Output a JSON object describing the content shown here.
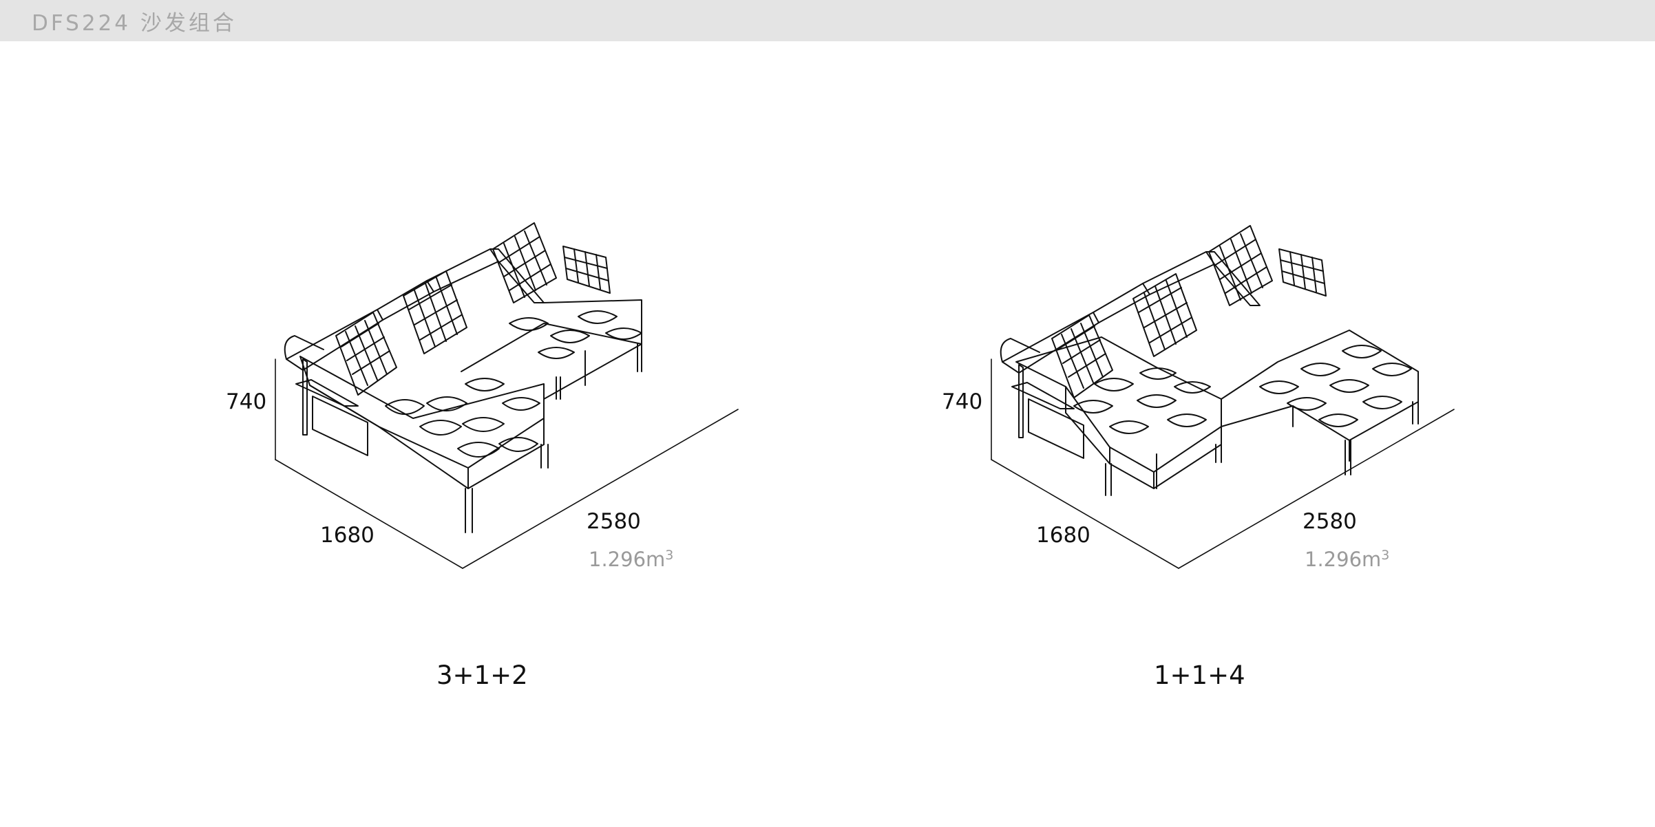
{
  "header": {
    "title": "DFS224 沙发组合"
  },
  "combinations": [
    {
      "height": "740",
      "depth": "1680",
      "width": "2580",
      "volume_value": "1.296m",
      "volume_exp": "3",
      "config_label": "3+1+2"
    },
    {
      "height": "740",
      "depth": "1680",
      "width": "2580",
      "volume_value": "1.296m",
      "volume_exp": "3",
      "config_label": "1+1+4"
    }
  ],
  "colors": {
    "header_bg": "#e4e4e4",
    "header_text": "#a8a8a8",
    "line": "#111111",
    "volume_text": "#9a9a9a"
  }
}
